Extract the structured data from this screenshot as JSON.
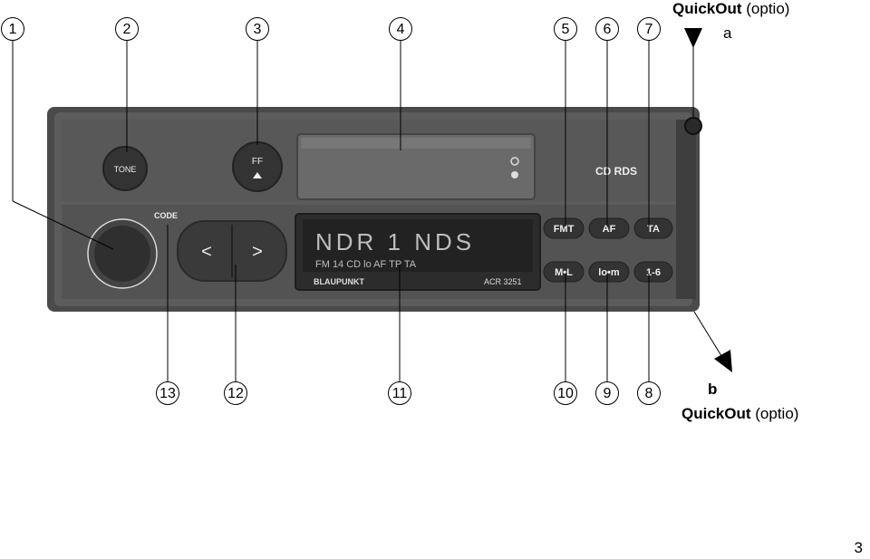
{
  "callouts": {
    "c1": "1",
    "c2": "2",
    "c3": "3",
    "c4": "4",
    "c5": "5",
    "c6": "6",
    "c7": "7",
    "c8": "8",
    "c9": "9",
    "c10": "10",
    "c11": "11",
    "c12": "12",
    "c13": "13"
  },
  "quickout_a": {
    "title": "QuickOut",
    "suffix": "(optio)",
    "letter": "a"
  },
  "quickout_b": {
    "title": "QuickOut",
    "suffix": "(optio)",
    "letter": "b"
  },
  "radio": {
    "tone_label": "TONE",
    "ff_label": "FF",
    "code_label": "CODE",
    "cd_rds_label": "CD RDS",
    "btn_prev": "<",
    "btn_next": ">",
    "btn_fmt": "FMT",
    "btn_af": "AF",
    "btn_ta": "TA",
    "btn_ml": "M•L",
    "btn_lo": "lo•m",
    "btn_16": "1-6",
    "display_main": "NDR  1 NDS",
    "display_sub": "FM  14   CD   lo  AF  TP  TA",
    "brand": "BLAUPUNKT",
    "model": "ACR 3251"
  },
  "page_number": "3"
}
